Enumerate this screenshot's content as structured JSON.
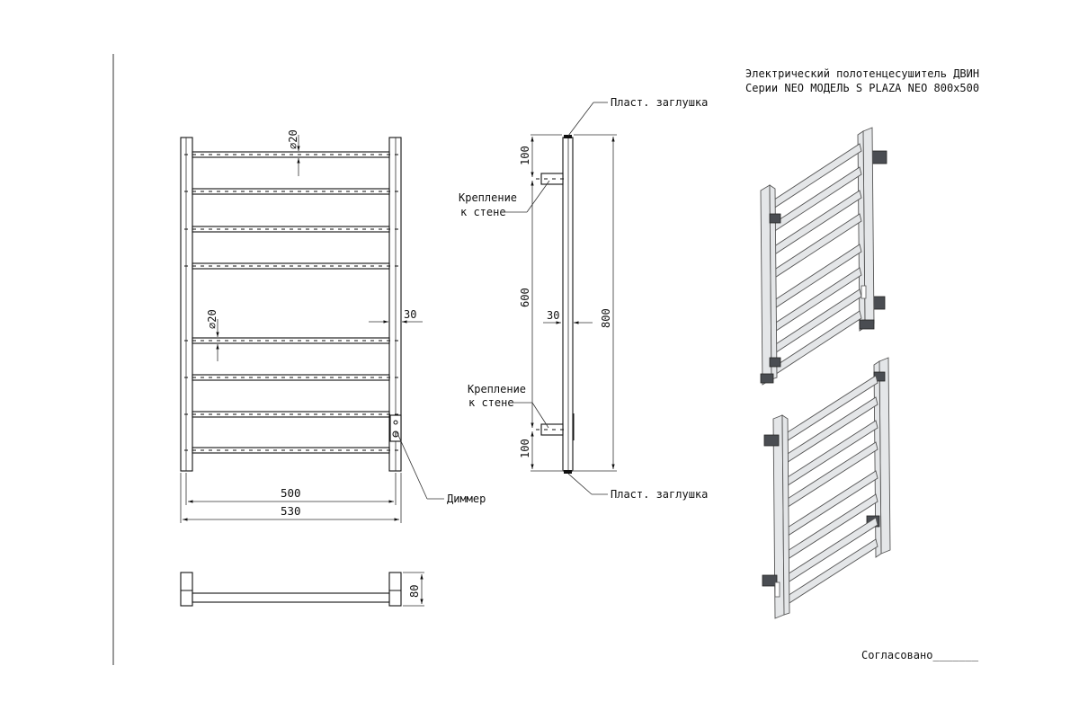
{
  "title": {
    "line1": "Электрический полотенцесушитель ДВИН",
    "line2": "Серии NEO МОДЕЛЬ S PLAZA NEO 800x500"
  },
  "front_view": {
    "dim_diameter_top": "⌀20",
    "dim_diameter_mid": "⌀20",
    "dim_30": "30",
    "dim_500": "500",
    "dim_530": "530",
    "dimmer_label": "Диммер"
  },
  "side_view": {
    "cap_top_label": "Пласт. заглушка",
    "cap_bottom_label": "Пласт. заглушка",
    "mount_top_line1": "Крепление",
    "mount_top_line2": "к стене",
    "mount_bottom_line1": "Крепление",
    "mount_bottom_line2": "к стене",
    "dim_100_top": "100",
    "dim_600": "600",
    "dim_100_bottom": "100",
    "dim_30": "30",
    "dim_800": "800"
  },
  "top_view": {
    "dim_80": "80"
  },
  "approval": {
    "label": "Согласовано_______"
  },
  "colors": {
    "line": "#111111",
    "iso_fill": "#e4e6e8",
    "iso_dark": "#4a4d52"
  }
}
